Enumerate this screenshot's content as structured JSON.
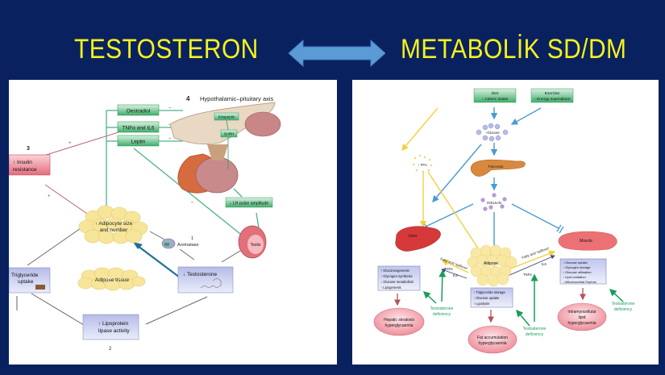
{
  "slide": {
    "title_left": "TESTOSTERON",
    "title_right": "METABOLİK SD/DM",
    "arrow_icon": "double-headed-arrow",
    "colors": {
      "background": "#0a2160",
      "title": "#f5f21a",
      "arrow": "#5b9bd5"
    }
  },
  "left_figure": {
    "axis_number": "4",
    "axis_title": "Hypothalamic–pituitary axis",
    "hormone_boxes": [
      "Oestradiol",
      "TNFα and IL6",
      "Leptin"
    ],
    "minus_signs": [
      "–",
      "–",
      "–",
      "–"
    ],
    "plus_signs": [
      "+",
      "+"
    ],
    "kisspeptin": "Kisspeptin",
    "gnrh": "GnRH",
    "lh": "↓ LH pulse amplitude",
    "testis": "Testis",
    "insulin_num": "3",
    "insulin": [
      "↑ Insulin",
      "resistance"
    ],
    "adipocyte": [
      "↑ Adipocyte size",
      "and number"
    ],
    "aromatase_num": "1",
    "aromatase": "Aromatase",
    "adipose_tissue": "Adipose tissue",
    "testosterone": "↓ Testosterone",
    "triglyceride": [
      "Triglyceride",
      "uptake"
    ],
    "lipoprotein": [
      "↑ Lipoprotein",
      "lipase activity"
    ],
    "lipo_num": "2"
  },
  "right_figure": {
    "diet": [
      "Diet",
      "↑ Caloric intake"
    ],
    "exercise": [
      "Exercise",
      "↓ Energy expenditure"
    ],
    "glucose": "↑Glucose",
    "ffa": "↑ FFA",
    "pancreas": "Pancreas",
    "insulin": "INSULIN",
    "liver": "Liver",
    "adipose": "Adipose",
    "muscle": "Muscle",
    "spillover": "Fatty acid 'spillover'",
    "tnf": "TNFα",
    "il6": "IL6",
    "liver_effects": [
      "↑ Gluconeogenesis",
      "↓ Glycogen synthesis",
      "↓ Glucose metabolism",
      "↑ Lipogenesis"
    ],
    "adipose_effects": [
      "↑ Triglyceride storage",
      "↓ Glucose uptake",
      "↑ Lypolysis"
    ],
    "muscle_effects": [
      "↓ Glucose uptake",
      "↓ Glycogen storage",
      "↓ Glucose utilisation",
      "↓ Lipid oxidation",
      "↓ Mitochondrial Oxphos"
    ],
    "td_label": [
      "Testosterone",
      "deficiency"
    ],
    "outcome_liver": [
      "Hepatic steatosis",
      "hyperglycaemia"
    ],
    "outcome_adipose": [
      "Fat accumulation",
      "hyperglycaemia"
    ],
    "outcome_muscle": [
      "Intramyocellular",
      "lipid",
      "hyperglycaemia"
    ]
  }
}
